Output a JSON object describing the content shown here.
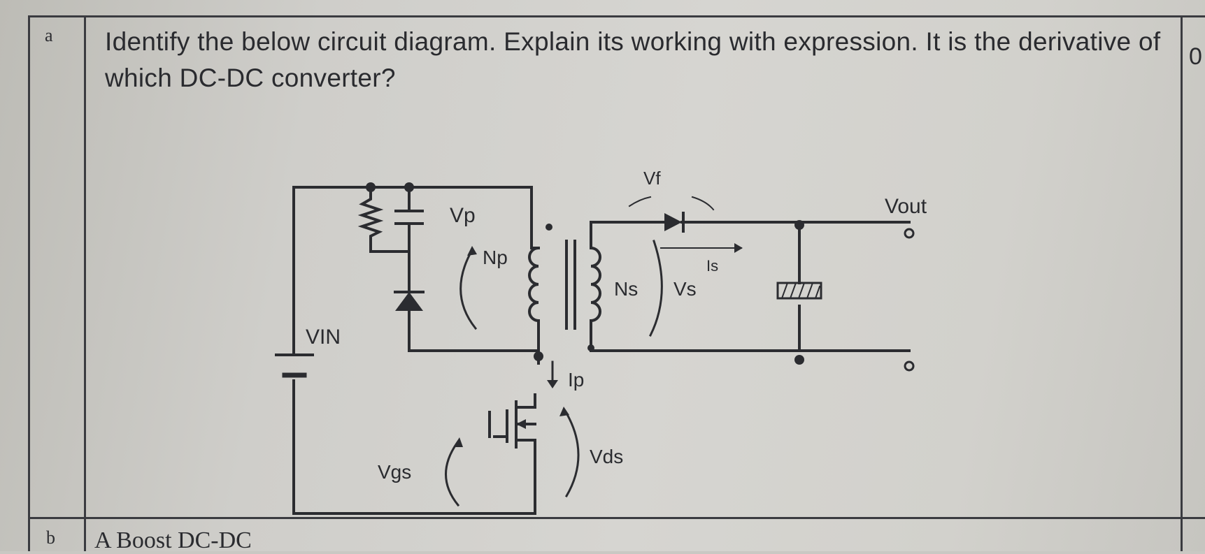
{
  "question_a": {
    "number": "a",
    "text": "Identify the below circuit diagram. Explain its working with expression. It is the derivative of which DC-DC converter?"
  },
  "question_b": {
    "number": "b",
    "text_partial": "A Boost DC-DC"
  },
  "marks_partial": "0",
  "circuit_labels": {
    "vin": "VIN",
    "vp": "Vp",
    "np": "Np",
    "ns": "Ns",
    "vs": "Vs",
    "vf": "Vf",
    "is": "Is",
    "vout": "Vout",
    "ip": "Ip",
    "vds": "Vds",
    "vgs": "Vgs"
  }
}
